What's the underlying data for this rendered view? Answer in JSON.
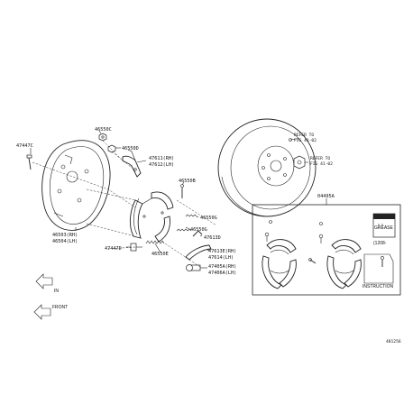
{
  "callouts": {
    "p46550C": "46550C",
    "p46550D": "46550D",
    "p47447C": "47447C",
    "p47611": "47611(RH)",
    "p47612": "47612(LH)",
    "p46550B": "46550B",
    "p46550G_1": "46550G",
    "p46550G_2": "46550G",
    "p47613D": "47613D",
    "p47613E": "47613E(RH)",
    "p47614": "47614(LH)",
    "p47405A": "47405A(RH)",
    "p47406A": "47406A(LH)",
    "p46503": "46503(RH)",
    "p46504": "46504(LH)",
    "p47447D": "47447D",
    "p46550E": "46550E",
    "p04495A": "04495A"
  },
  "refer": {
    "r1_line1": "REFER TO",
    "r1_line2": "FIG 41-02",
    "r2_line1": "REFER TO",
    "r2_line2": "FIG 41-02"
  },
  "kit": {
    "grease": "GREASE",
    "date": "(1208-",
    "instruction": "INSTRUCTION"
  },
  "directions": {
    "in": "IN",
    "front": "FRONT"
  },
  "figure_id": "481256"
}
